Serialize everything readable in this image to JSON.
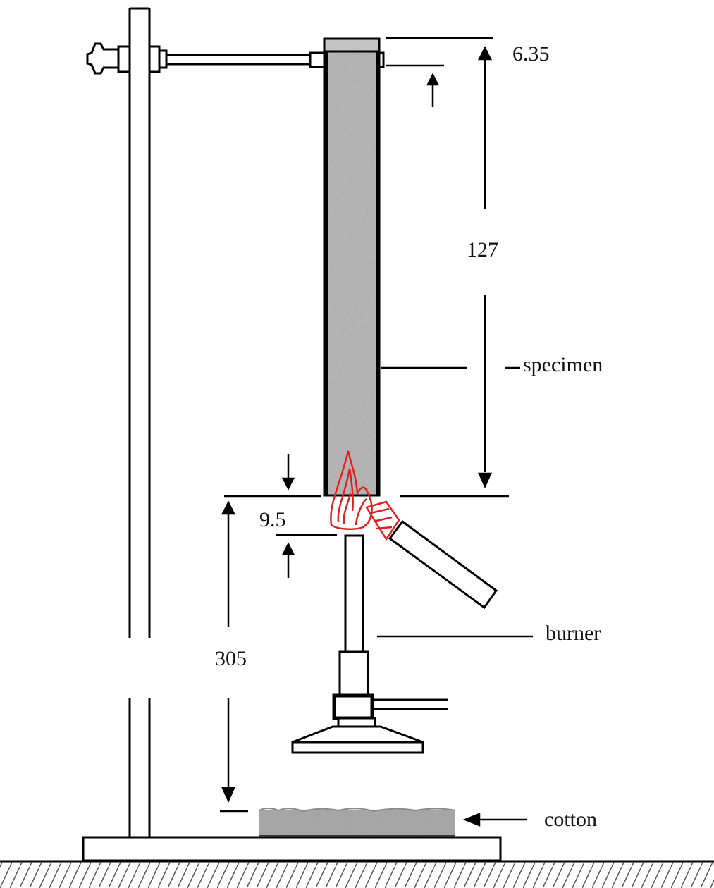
{
  "labels": {
    "top_offset": "6.35",
    "specimen_length": "127",
    "specimen": "specimen",
    "burner_gap": "9.5",
    "cotton_distance": "305",
    "burner": "burner",
    "cotton": "cotton"
  },
  "colors": {
    "line": "#000000",
    "specimen_fill": "#b9b9b9",
    "cotton_fill": "#a8a8a8",
    "flame": "#e02020",
    "ground_hatch": "#555555"
  }
}
